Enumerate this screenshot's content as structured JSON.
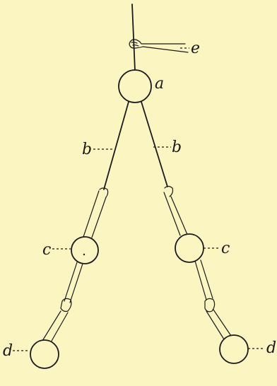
{
  "labels": {
    "a": "a",
    "b_left": "b",
    "b_right": "b",
    "c_left": "c",
    "c_right": "c",
    "d_left": "d",
    "d_right": "d",
    "e": "e"
  }
}
